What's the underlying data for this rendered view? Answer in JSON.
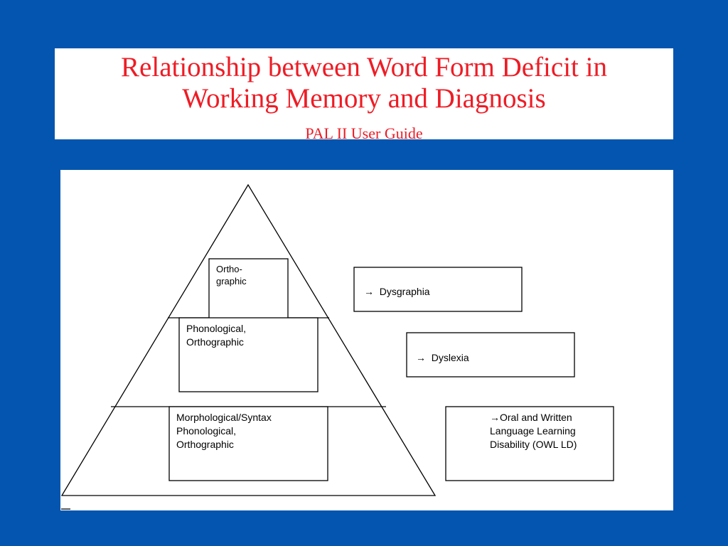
{
  "slide": {
    "title_line1": "Relationship between Word Form  Deficit in",
    "title_line2": "Working Memory and Diagnosis",
    "subtitle": "PAL II User Guide"
  },
  "pyramid": {
    "top_box": "Ortho-\ngraphic",
    "middle_box": "Phonological,\nOrthographic",
    "bottom_box": "Morphological/Syntax\nPhonological,\nOrthographic"
  },
  "diagnoses": [
    {
      "arrow": "→",
      "label": "Dysgraphia"
    },
    {
      "arrow": "→",
      "label": "Dyslexia"
    },
    {
      "arrow": "→",
      "label": "Oral and Written\nLanguage Learning\nDisability (OWL LD)"
    }
  ],
  "colors": {
    "background": "#0355B0",
    "title": "#ee1c25",
    "panel": "#ffffff",
    "lines": "#000000"
  }
}
